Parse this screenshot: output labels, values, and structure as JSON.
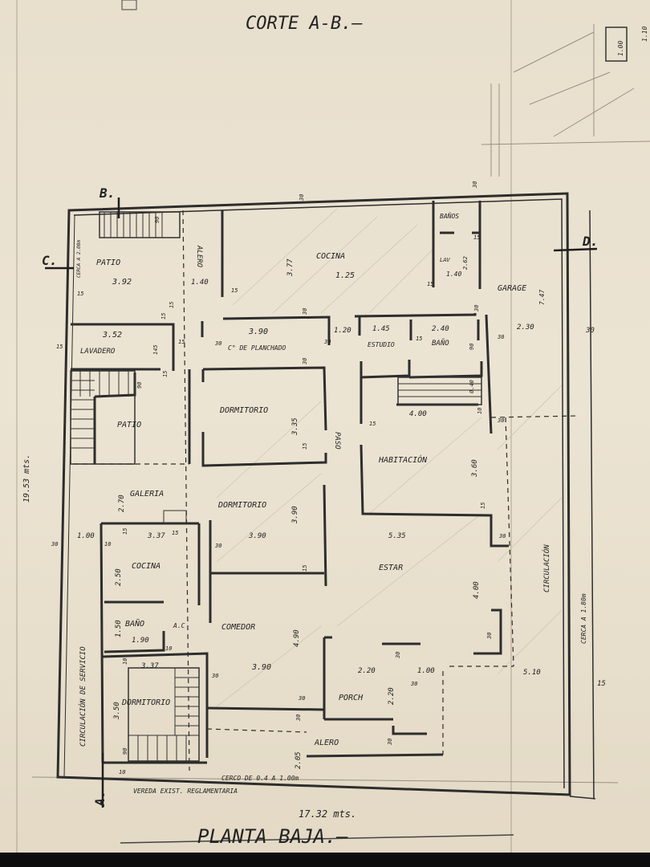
{
  "labels": {
    "section_title": "CORTE A-B.—",
    "plan_title": "PLANTA BAJA.—",
    "marker_a": "A.",
    "marker_b": "B.",
    "marker_c": "C.",
    "marker_d": "D."
  },
  "rooms": [
    "PATIO",
    "COCINA",
    "BAÑOS",
    "GARAGE",
    "LAVADERO",
    "C° DE PLANCHADO",
    "ESTUDIO",
    "BAÑO",
    "PATIO",
    "DORMITORIO",
    "HABITACIÓN",
    "GALERIA",
    "DORMITORIO",
    "COCINA",
    "ESTAR",
    "BAÑO",
    "A.C",
    "COMEDOR",
    "DORMITORIO",
    "PORCH",
    "ALERO",
    "ALERO",
    "PASO",
    "CIRCULACIÓN DE SERVICIO",
    "CIRCULACIÓN",
    "CERCA A 1.80m",
    "CERCA A 2.00m",
    "CERCO DE 0.4 A 1.00m",
    "VEREDA EXIST. REGLAMENTARIA"
  ],
  "dims": [
    "3.92",
    "1.25",
    "1.40",
    "3.52",
    "3.90",
    "1.20",
    "1.45",
    "2.40",
    "2.30",
    "4.00",
    "3.37",
    "3.90",
    "5.35",
    "1.00",
    "1.90",
    "3.37",
    "3.90",
    "2.20",
    "1.00",
    "5.10",
    "17.32 mts.",
    "19.53 mts.",
    "3.77",
    "3.35",
    "3.90",
    "3.60",
    "4.00",
    "4.90",
    "2.50",
    "1.50",
    "3.50",
    "2.70",
    "2.20",
    "2.05",
    "7.47",
    "1.00",
    "1.10",
    "LAV",
    "1.40",
    "2.62"
  ],
  "small": [
    "30",
    "30",
    "90",
    "15",
    "15",
    "15",
    "30",
    "30",
    "15",
    "15",
    "15",
    "30",
    "30",
    "15",
    "30",
    "30",
    "145",
    "15",
    "90",
    "90",
    "0.40",
    "10",
    "15",
    "30",
    "30",
    "15",
    "15",
    "30",
    "30",
    "15",
    "10",
    "15",
    "30",
    "15",
    "30",
    "10",
    "10",
    "30",
    "30",
    "30",
    "15",
    "30",
    "30",
    "30",
    "90",
    "10",
    "15",
    "15"
  ]
}
